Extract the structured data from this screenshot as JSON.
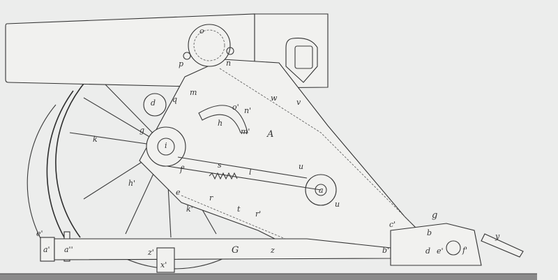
{
  "figure": {
    "labels": {
      "o": "o",
      "p": "p",
      "n": "n",
      "m": "m",
      "q": "q",
      "d": "d",
      "g": "g",
      "k": "k",
      "i": "i",
      "h": "h",
      "l": "l",
      "m2": "m'",
      "o2": "o'",
      "n2": "n'",
      "A": "A",
      "w": "w",
      "v": "v",
      "f2": "f'",
      "s": "s",
      "r": "r",
      "t": "t",
      "u": "u",
      "a": "a",
      "u2": "u",
      "h2": "h'",
      "e": "e",
      "k2": "k'",
      "r2": "r'",
      "c2": "c'",
      "g2": "g",
      "b": "b",
      "b2": "b'",
      "d2": "d",
      "e2": "e'",
      "f3": "f'",
      "y": "y",
      "G": "G",
      "z": "z",
      "a2": "a'",
      "a3": "a''",
      "e3": "e'",
      "x2": "x'",
      "z2": "z'"
    }
  }
}
